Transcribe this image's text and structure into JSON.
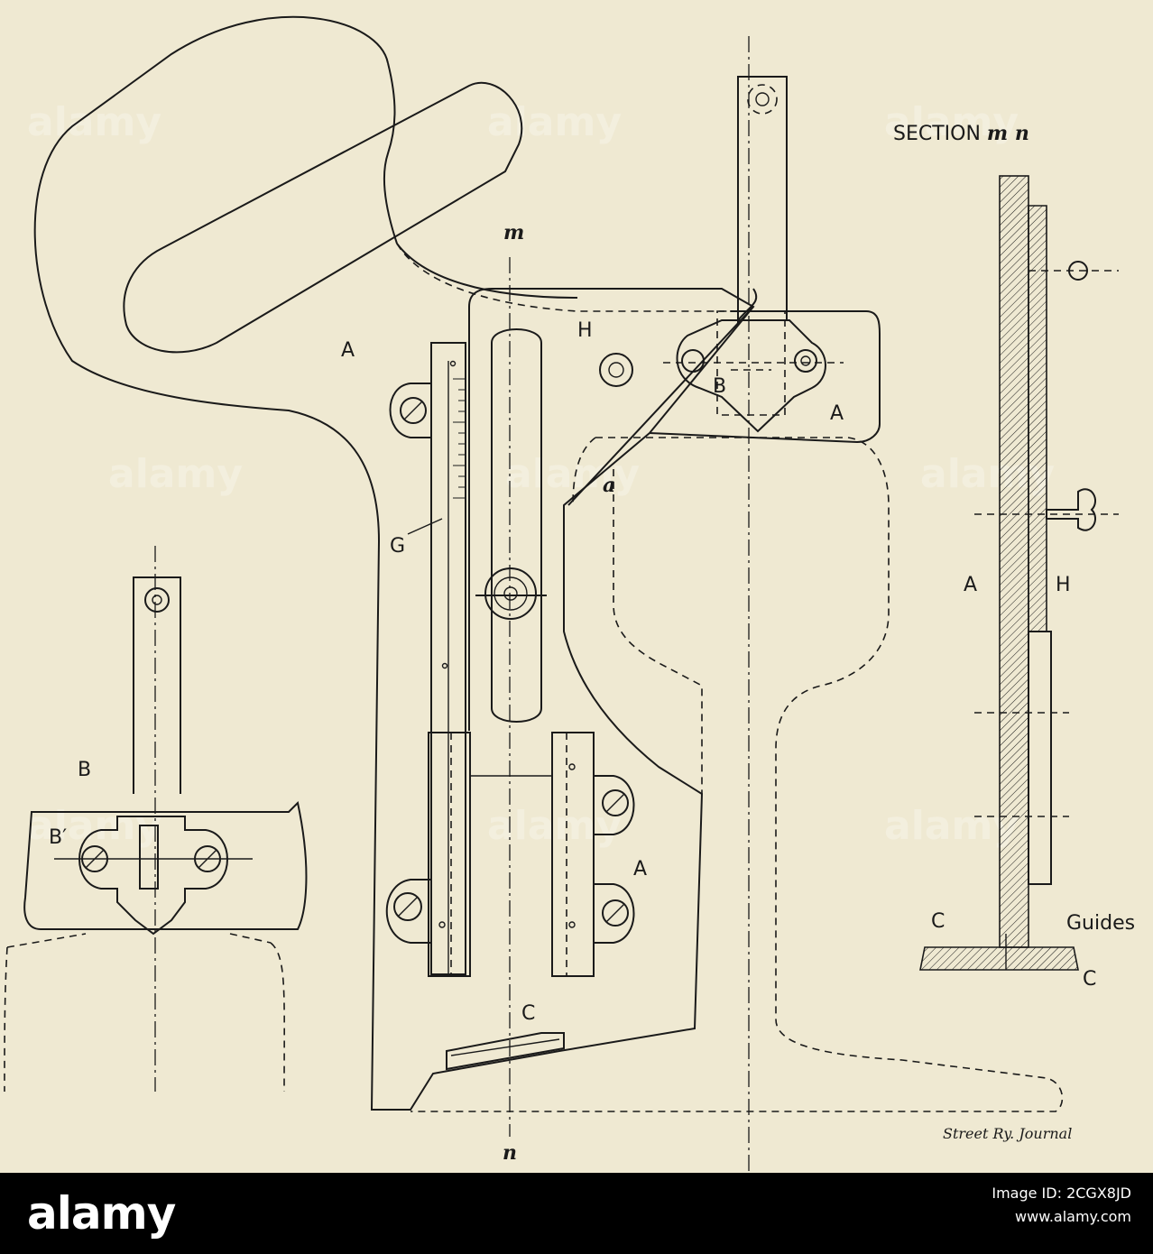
{
  "labels": {
    "section_title": "SECTION ",
    "section_mn": "m n",
    "A_top": "A",
    "A_right": "A",
    "A_mid": "A",
    "A_section": "A",
    "H_main": "H",
    "H_section": "H",
    "B_main": "B",
    "B_inset": "B",
    "B_prime": "B′",
    "G": "G",
    "C_main": "C",
    "C_section_left": "C",
    "C_section_right": "C",
    "guides": "Guides",
    "m": "m",
    "n": "n",
    "a": "a",
    "credit": "Street Ry. Journal"
  },
  "watermark": "alamy",
  "footer": {
    "brand": "alamy",
    "image_id": "Image ID: 2CGX8JD",
    "url": "www.alamy.com"
  },
  "colors": {
    "paper": "#efe9d2",
    "ink": "#1a1a1a",
    "footer_bg": "#000000"
  }
}
